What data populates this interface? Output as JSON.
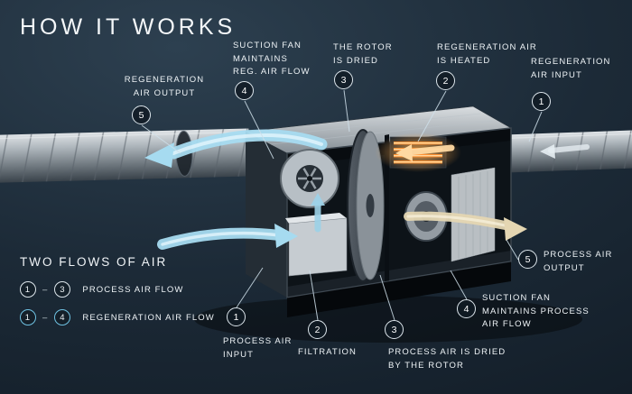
{
  "title": "HOW IT WORKS",
  "colors": {
    "background": "#1c2a37",
    "accent_blue": "#a6dbf0",
    "heater_orange": "#ff9233",
    "process_tan": "#e4d6b2",
    "text": "#ffffff"
  },
  "callouts": [
    {
      "num": "5",
      "label": "REGENERATION\nAIR OUTPUT"
    },
    {
      "num": "4",
      "label": "SUCTION FAN\nMAINTAINS\nREG. AIR FLOW"
    },
    {
      "num": "3",
      "label": "THE ROTOR\nIS DRIED"
    },
    {
      "num": "2",
      "label": "REGENERATION AIR\nIS HEATED"
    },
    {
      "num": "1",
      "label": "REGENERATION\nAIR INPUT"
    },
    {
      "num": "1",
      "label": "PROCESS AIR\nINPUT"
    },
    {
      "num": "2",
      "label": "FILTRATION"
    },
    {
      "num": "3",
      "label": "PROCESS AIR IS DRIED\nBY THE ROTOR"
    },
    {
      "num": "4",
      "label": "SUCTION FAN\nMAINTAINS PROCESS\nAIR FLOW"
    },
    {
      "num": "5",
      "label": "PROCESS AIR\nOUTPUT"
    }
  ],
  "legend": {
    "heading": "TWO FLOWS OF AIR",
    "items": [
      {
        "from": "1",
        "sep": "–",
        "to": "3",
        "label": "PROCESS AIR FLOW"
      },
      {
        "from": "1",
        "sep": "–",
        "to": "4",
        "label": "REGENERATION AIR FLOW"
      }
    ]
  }
}
